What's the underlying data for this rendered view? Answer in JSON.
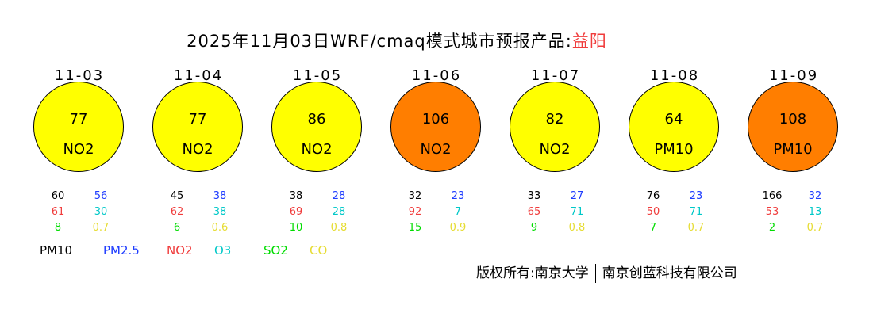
{
  "title": {
    "text": "2025年11月03日WRF/cmaq模式城市预报产品:",
    "city": "益阳"
  },
  "colors": {
    "good": "#ffff00",
    "moderate": "#ff7e00",
    "pm10": "#000000",
    "pm25": "#1e3cff",
    "no2": "#f03c3c",
    "o3": "#00c8c8",
    "so2": "#00dc00",
    "co": "#e6dc32"
  },
  "days": [
    {
      "date": "11-03",
      "aqi": "77",
      "primary": "NO2",
      "level": "good",
      "pm10": "60",
      "pm25": "56",
      "no2": "61",
      "o3": "30",
      "so2": "8",
      "co": "0.7"
    },
    {
      "date": "11-04",
      "aqi": "77",
      "primary": "NO2",
      "level": "good",
      "pm10": "45",
      "pm25": "38",
      "no2": "62",
      "o3": "38",
      "so2": "6",
      "co": "0.6"
    },
    {
      "date": "11-05",
      "aqi": "86",
      "primary": "NO2",
      "level": "good",
      "pm10": "38",
      "pm25": "28",
      "no2": "69",
      "o3": "28",
      "so2": "10",
      "co": "0.8"
    },
    {
      "date": "11-06",
      "aqi": "106",
      "primary": "NO2",
      "level": "moderate",
      "pm10": "32",
      "pm25": "23",
      "no2": "92",
      "o3": "7",
      "so2": "15",
      "co": "0.9"
    },
    {
      "date": "11-07",
      "aqi": "82",
      "primary": "NO2",
      "level": "good",
      "pm10": "33",
      "pm25": "27",
      "no2": "65",
      "o3": "71",
      "so2": "9",
      "co": "0.8"
    },
    {
      "date": "11-08",
      "aqi": "64",
      "primary": "PM10",
      "level": "good",
      "pm10": "76",
      "pm25": "23",
      "no2": "50",
      "o3": "71",
      "so2": "7",
      "co": "0.7"
    },
    {
      "date": "11-09",
      "aqi": "108",
      "primary": "PM10",
      "level": "moderate",
      "pm10": "166",
      "pm25": "32",
      "no2": "53",
      "o3": "13",
      "so2": "2",
      "co": "0.7"
    }
  ],
  "legend": [
    "PM10",
    "PM2.5",
    "NO2",
    "O3",
    "SO2",
    "CO"
  ],
  "copyright": {
    "label": "版权所有:",
    "org1": "南京大学",
    "org2": "南京创蓝科技有限公司"
  }
}
